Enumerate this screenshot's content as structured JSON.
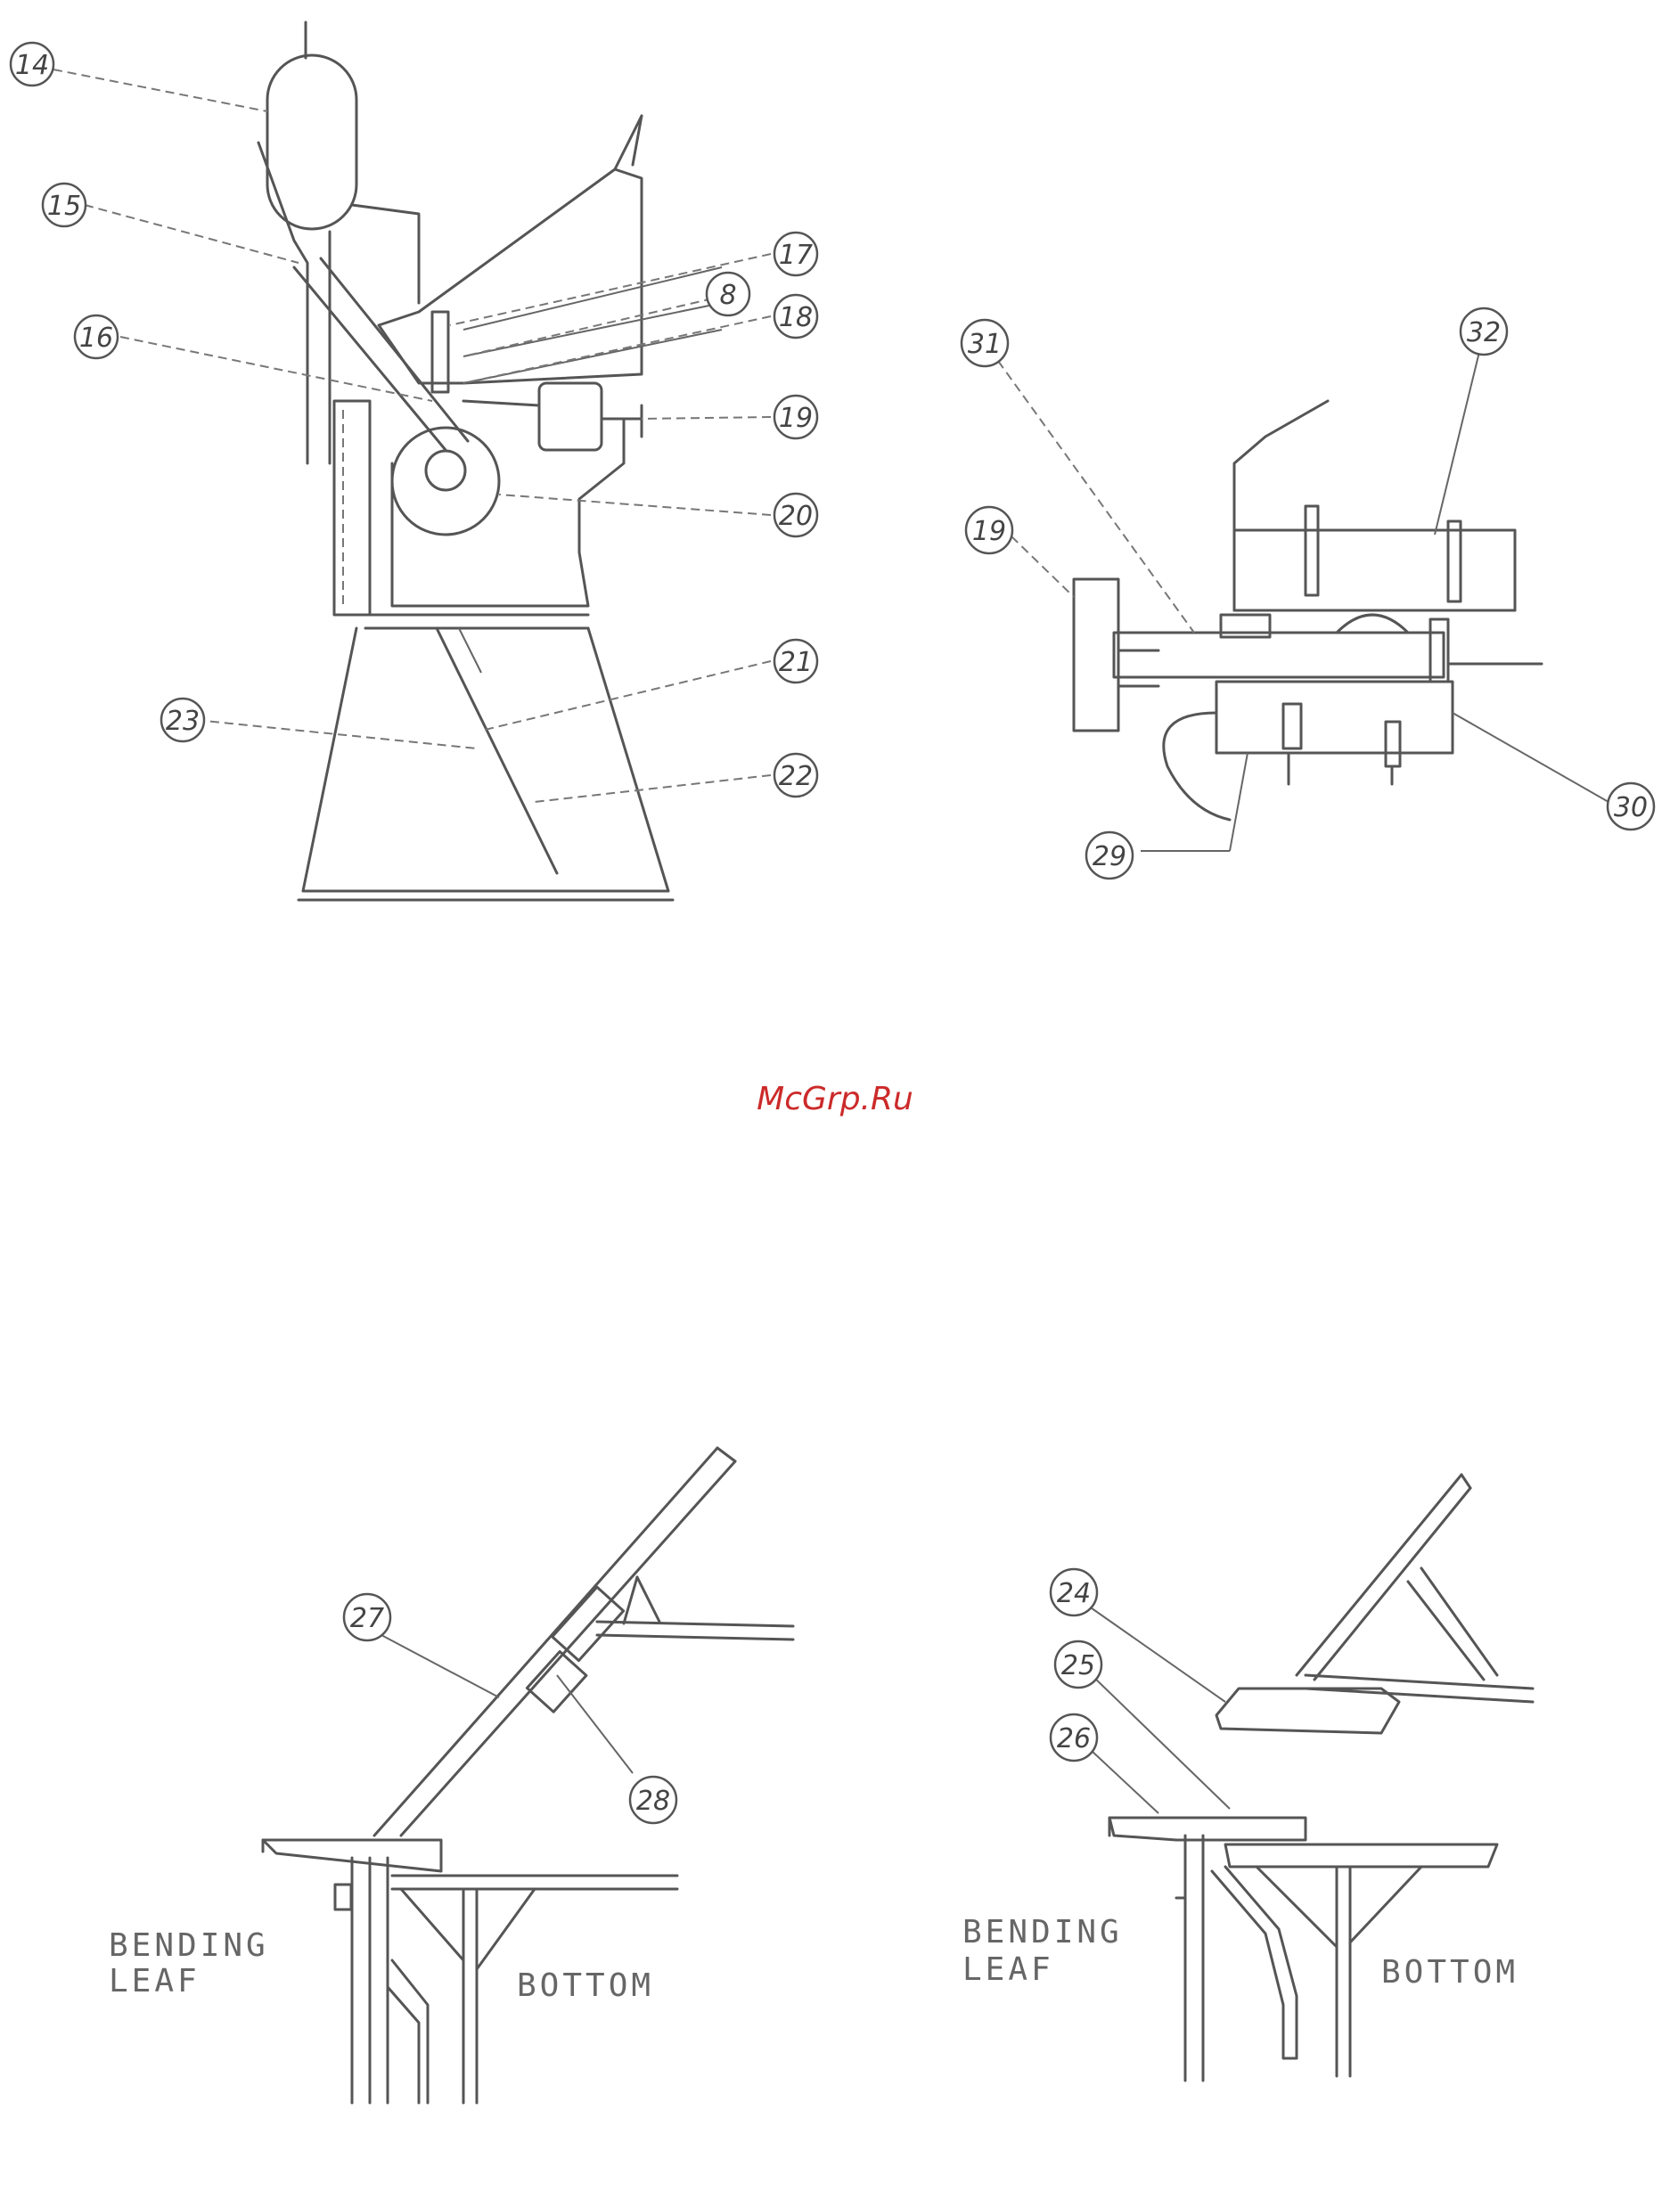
{
  "figure1": {
    "callouts": [
      "14",
      "15",
      "16",
      "17",
      "8",
      "18",
      "19",
      "20",
      "21",
      "22",
      "23"
    ]
  },
  "figure2": {
    "callouts": [
      "31",
      "32",
      "19",
      "30",
      "29"
    ]
  },
  "figure3": {
    "callouts": [
      "27",
      "28"
    ],
    "label_bending_line1": "BENDING",
    "label_bending_line2": "LEAF",
    "label_bottom": "BOTTOM"
  },
  "figure4": {
    "callouts": [
      "24",
      "25",
      "26"
    ],
    "label_bending_line1": "BENDING",
    "label_bending_line2": "LEAF",
    "label_bottom": "BOTTOM"
  },
  "watermark": "McGrp.Ru",
  "colors": {
    "line": "#555555",
    "watermark": "#cc2a2a"
  }
}
